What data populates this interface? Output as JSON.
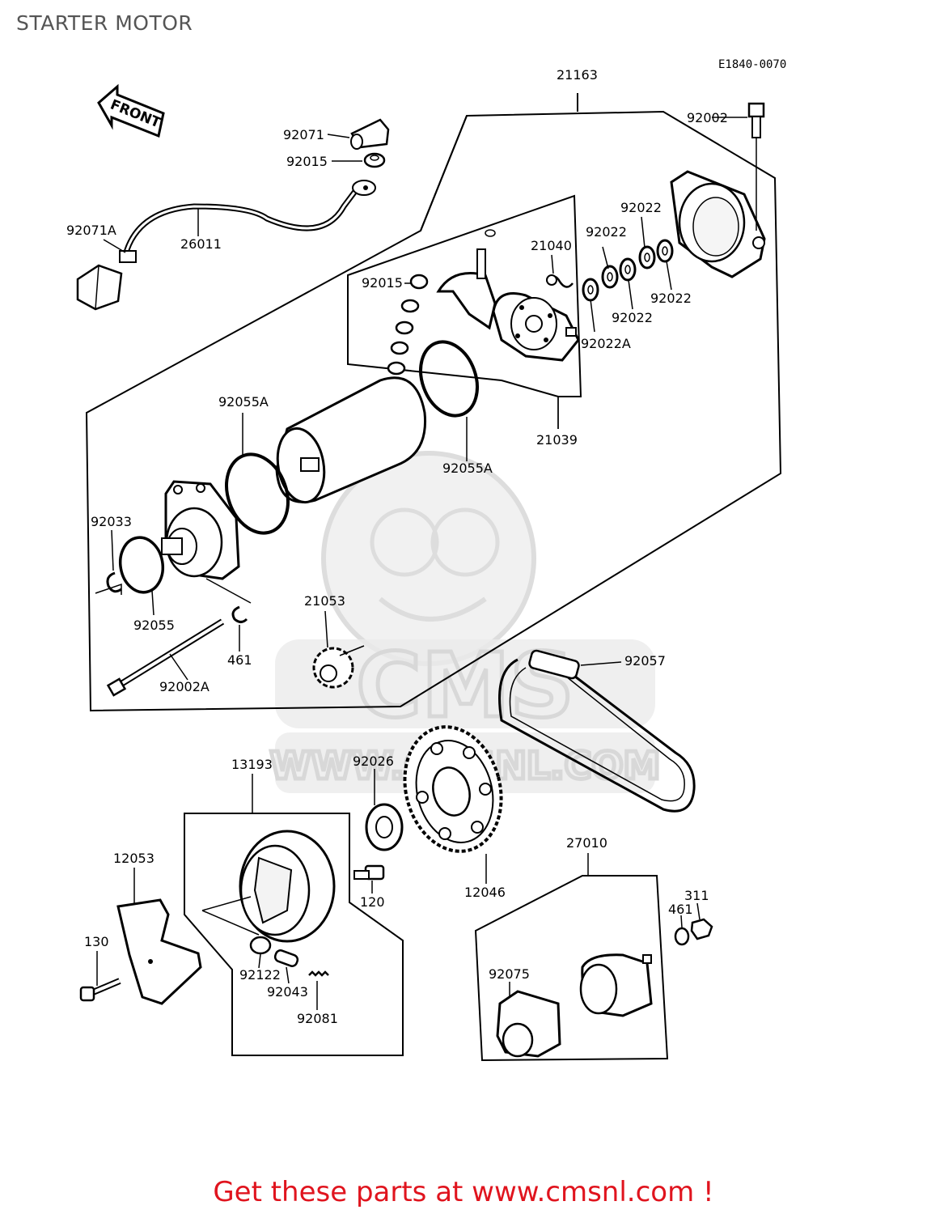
{
  "header": {
    "title": "STARTER MOTOR"
  },
  "diagram_code": "E1840-0070",
  "front_marker": "FRONT",
  "watermark": {
    "text": "CMS",
    "url": "WWW.CMSNL.COM"
  },
  "part_labels": {
    "p21163": "21163",
    "p92002": "92002",
    "p92071": "92071",
    "p92015_top": "92015",
    "p92071A": "92071A",
    "p26011": "26011",
    "p92022_a": "92022",
    "p92022_b": "92022",
    "p92022_c": "92022",
    "p92022_d": "92022",
    "p92022A": "92022A",
    "p21040": "21040",
    "p92015_mid": "92015",
    "p21039": "21039",
    "p92055A_left": "92055A",
    "p92055A_right": "92055A",
    "p92033": "92033",
    "p92055": "92055",
    "p461_top": "461",
    "p92002A": "92002A",
    "p21053": "21053",
    "p92057": "92057",
    "p13193": "13193",
    "p92026": "92026",
    "p12053": "12053",
    "p120": "120",
    "p12046": "12046",
    "p27010": "27010",
    "p311": "311",
    "p461_bottom": "461",
    "p130": "130",
    "p92122": "92122",
    "p92043": "92043",
    "p92081": "92081",
    "p92075": "92075"
  },
  "footer": {
    "cta": "Get these parts at www.cmsnl.com !"
  },
  "colors": {
    "cta": "#e0141e",
    "title": "#555555",
    "line": "#000000"
  }
}
